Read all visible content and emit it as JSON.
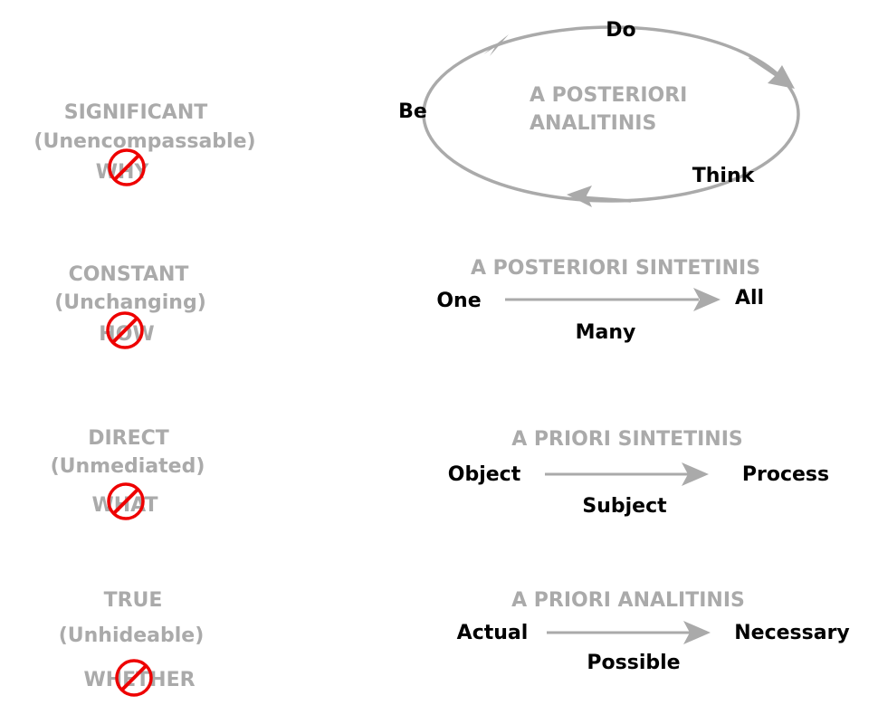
{
  "left_column": [
    {
      "term": "SIGNIFICANT",
      "gloss": "(Unencompassable)",
      "question": "WHY"
    },
    {
      "term": "CONSTANT",
      "gloss": "(Unchanging)",
      "question": "HOW"
    },
    {
      "term": "DIRECT",
      "gloss": "(Unmediated)",
      "question": "WHAT"
    },
    {
      "term": "TRUE",
      "gloss": "(Unhideable)",
      "question": "WHETHER"
    }
  ],
  "cycle": {
    "title_line1": "A POSTERIORI",
    "title_line2": "ANALITINIS",
    "top": "Do",
    "left": "Be",
    "bottom_right": "Think"
  },
  "rows": [
    {
      "title": "A POSTERIORI SINTETINIS",
      "from": "One",
      "to": "All",
      "middle": "Many"
    },
    {
      "title": "A PRIORI SINTETINIS",
      "from": "Object",
      "to": "Process",
      "middle": "Subject"
    },
    {
      "title": "A PRIORI ANALITINIS",
      "from": "Actual",
      "to": "Necessary",
      "middle": "Possible"
    }
  ],
  "colors": {
    "label_grey": "#aaaaaa",
    "prohibition_red": "#ee0000",
    "text_black": "#000000"
  }
}
